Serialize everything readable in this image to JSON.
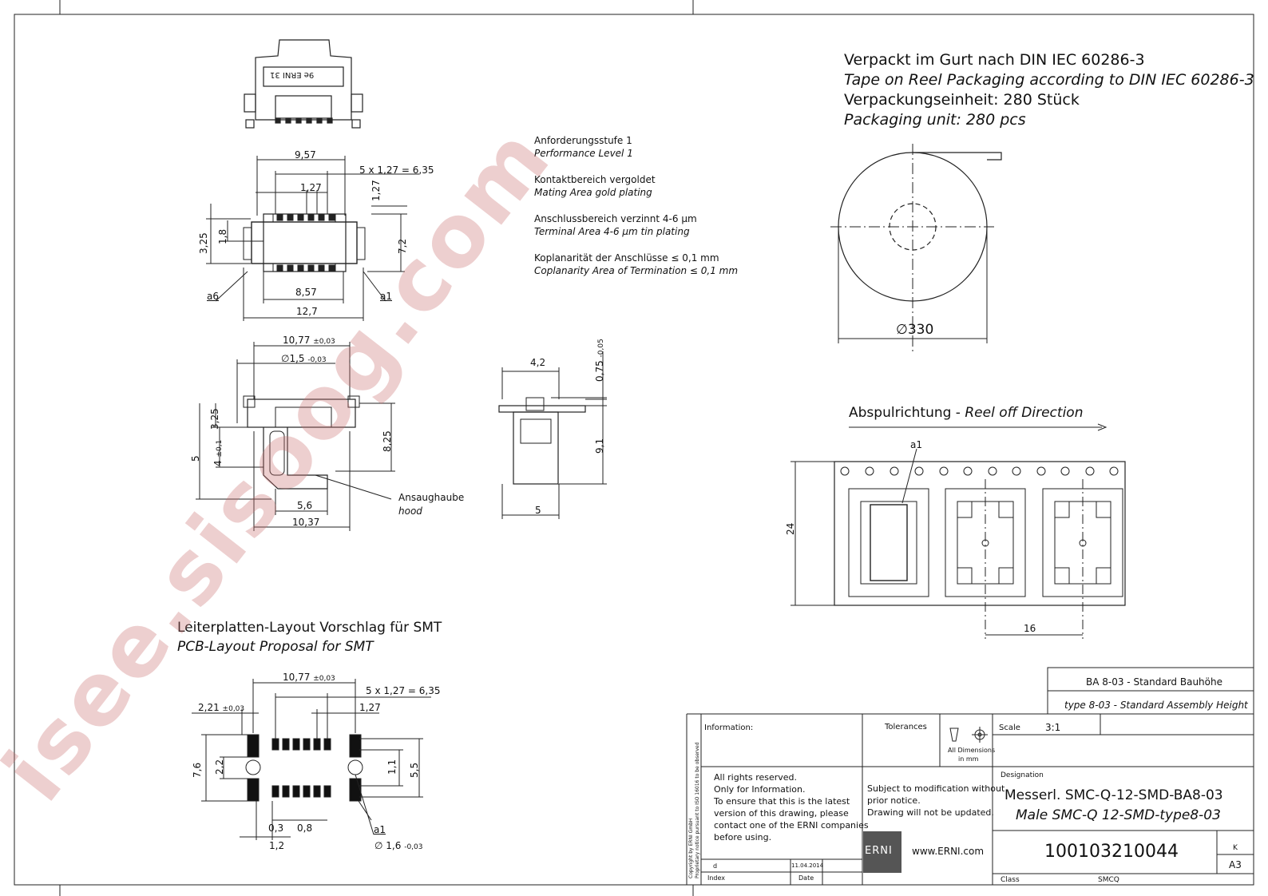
{
  "dims_top": {
    "d957": "9,57",
    "d635": "5 x 1,27 = 6,35",
    "d127a": "1,27",
    "d127b": "1,27",
    "d325": "3,25",
    "d18": "1,8",
    "d72": "7,2",
    "d857": "8,57",
    "d127w": "12,7",
    "a6": "a6",
    "a1": "a1",
    "chip_label": "9e ERNI 31"
  },
  "dims_side": {
    "d1077": "10,77",
    "d1077_tol": "±0,03",
    "d15": "1,5",
    "d15_tol": "-0,03",
    "dia": "∅",
    "d325": "3,25",
    "d5": "5",
    "d4": "4",
    "d4_tol": "±0,1",
    "d825": "8,25",
    "d56": "5,6",
    "d1037": "10,37",
    "hood_de": "Ansaughaube",
    "hood_en": "hood"
  },
  "dims_end": {
    "d42": "4,2",
    "d075": "0,75",
    "d075_tol": "-0,05",
    "d91": "9,1",
    "d5": "5"
  },
  "notes": [
    {
      "de": "Anforderungsstufe 1",
      "en": "Performance Level 1"
    },
    {
      "de": "Kontaktbereich vergoldet",
      "en": "Mating Area gold plating"
    },
    {
      "de": "Anschlussbereich verzinnt 4-6 µm",
      "en": "Terminal Area 4-6 µm tin plating"
    },
    {
      "de": "Koplanarität der Anschlüsse ≤ 0,1 mm",
      "en": "Coplanarity Area of Termination ≤ 0,1 mm"
    }
  ],
  "packaging": {
    "line1": "Verpackt im Gurt nach DIN IEC 60286-3",
    "line2": "Tape on Reel Packaging according to DIN IEC 60286-3",
    "line3": "Verpackungseinheit:  280 Stück",
    "line4": "Packaging unit:  280 pcs",
    "reel_dia": "330"
  },
  "reel_off": {
    "de": "Abspulrichtung - ",
    "en": "Reel off Direction",
    "a1": "a1",
    "d24": "24",
    "d16": "16"
  },
  "pcb": {
    "title_de": "Leiterplatten-Layout Vorschlag für SMT",
    "title_en": "PCB-Layout Proposal for SMT",
    "d1077": "10,77",
    "d1077_tol": "±0,03",
    "d635": "5 x 1,27 = 6,35",
    "d221": "2,21",
    "d221_tol": "±0,03",
    "d127": "1,27",
    "d76": "7,6",
    "d22": "2,2",
    "d11": "1,1",
    "d55": "5,5",
    "d03": "0,3",
    "d08": "0,8",
    "d12": "1,2",
    "a1": "a1",
    "d16": "1,6",
    "d16_tol": "-0,03"
  },
  "type_box": {
    "line1": "BA 8-03 - Standard Bauhöhe",
    "line2": "type 8-03 - Standard Assembly Height"
  },
  "title_block": {
    "information": "Information:",
    "tolerances": "Tolerances",
    "all_dims": "All Dimensions",
    "in_mm": "in mm",
    "scale_label": "Scale",
    "scale_value": "3:1",
    "rights": [
      "All rights reserved.",
      "Only for Information.",
      "To ensure that this is the latest",
      "version of this drawing, please",
      "contact one of the ERNI companies",
      "before using."
    ],
    "subject": [
      "Subject to modification without",
      "prior notice.",
      "Drawing will not be updated."
    ],
    "designation_label": "Designation",
    "designation_de": "Messerl. SMC-Q-12-SMD-BA8-03",
    "designation_en": "Male SMC-Q 12-SMD-type8-03",
    "logo": "ERNI",
    "website": "www.ERNI.com",
    "part_number": "100103210044",
    "rev": "K",
    "sheet": "A3",
    "index_d": "d",
    "index_date": "11.04.2014",
    "index_label": "Index",
    "date_label": "Date",
    "class_label": "Class",
    "class_value": "SMCQ",
    "copyright": "Copyright by ERNI GmbH",
    "proprietary": "Proprietary notice pursuant to ISO 16016 to be observed"
  },
  "watermark": "isee.sisoog.com"
}
